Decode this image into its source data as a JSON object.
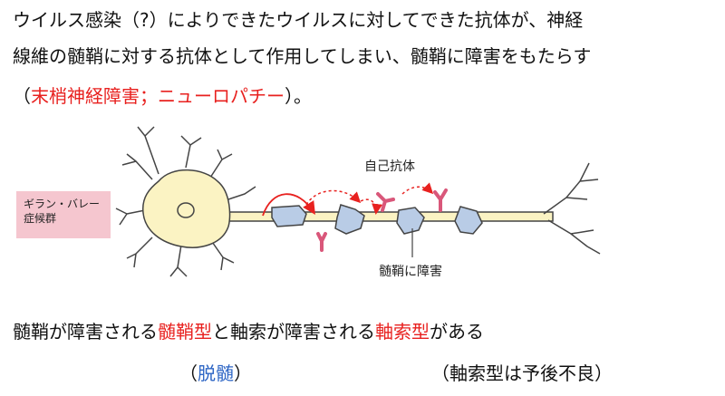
{
  "paragraph": {
    "line1": "ウイルス感染（?）によりできたウイルスに対してできた抗体が、神経",
    "line2": "線維の髄鞘に対する抗体として作用してしまい、髄鞘に障害をもたらす",
    "line3_open": "（",
    "line3_red": "末梢神経障害；ニューロパチー",
    "line3_close": "）。"
  },
  "figure": {
    "badge_line1": "ギラン・バレー",
    "badge_line2": "症候群",
    "label_autoantibody": "自己抗体",
    "label_myelin_damage": "髄鞘に障害"
  },
  "summary": {
    "part1": "髄鞘が障害される",
    "part2_red": "髄鞘型",
    "part3": "と軸索が障害される",
    "part4_red": "軸索型",
    "part5": "がある"
  },
  "notes": {
    "left_open": "（",
    "left_blue": "脱髄",
    "left_close": "）",
    "right": "（軸索型は予後不良）"
  },
  "colors": {
    "red": "#e8211f",
    "blue": "#2e66c5",
    "myelin": "#b9cce6",
    "antibody": "#d9577a",
    "cell": "#fbf3c3"
  }
}
